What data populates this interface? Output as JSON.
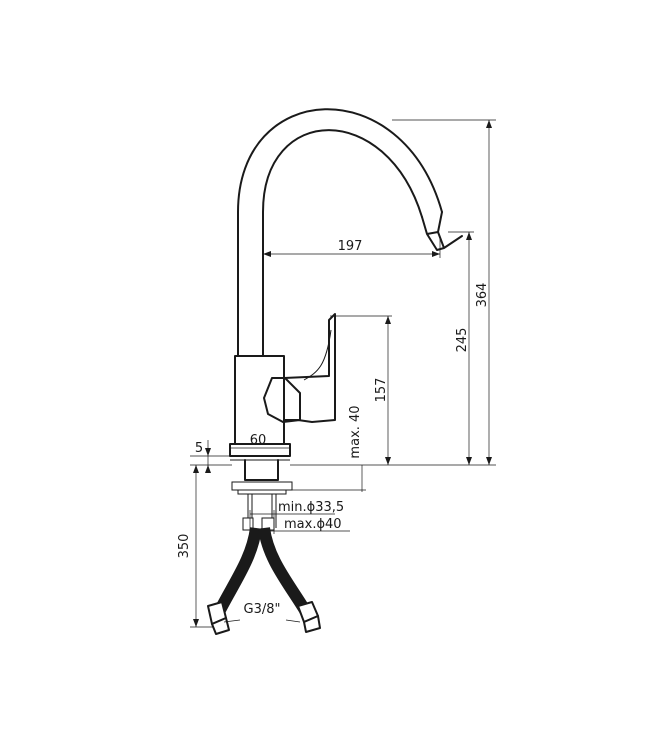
{
  "dimensions": {
    "total_height": "364",
    "spout_height": "245",
    "lever_height": "157",
    "spout_reach": "197",
    "base_diameter": "60",
    "base_thickness": "5",
    "max_deck_thickness": "max. 40",
    "min_hole_diameter": "min.ϕ33,5",
    "max_hole_diameter": "max.ϕ40",
    "hose_length": "350",
    "hose_thread": "G3/8\""
  }
}
